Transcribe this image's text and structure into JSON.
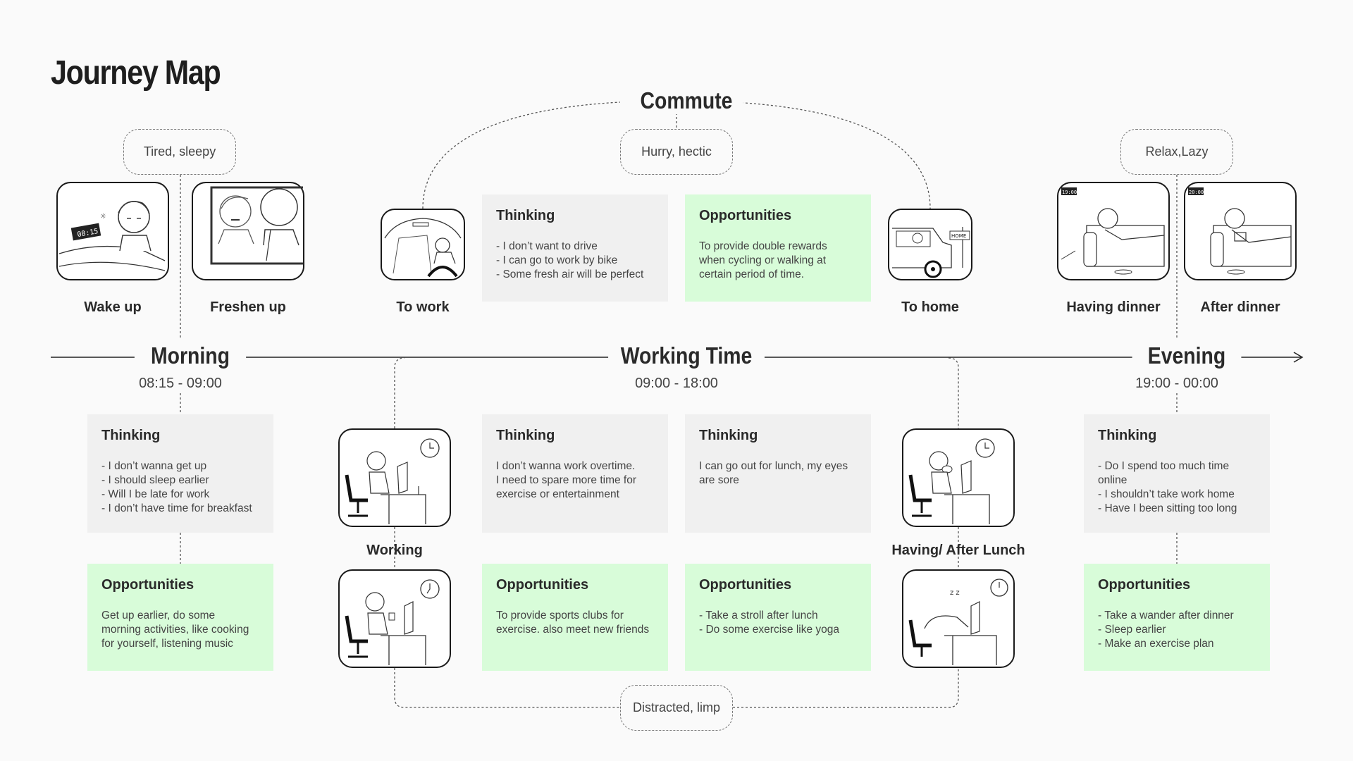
{
  "title": "Journey Map",
  "phases": {
    "commute": "Commute",
    "morning": {
      "name": "Morning",
      "time": "08:15 - 09:00"
    },
    "working": {
      "name": "Working Time",
      "time": "09:00 - 18:00"
    },
    "evening": {
      "name": "Evening",
      "time": "19:00 - 00:00"
    }
  },
  "feelings": {
    "morning": "Tired, sleepy",
    "commute": "Hurry, hectic",
    "evening": "Relax,Lazy",
    "working": "Distracted, limp"
  },
  "scenes": {
    "wake_up": "Wake up",
    "freshen_up": "Freshen up",
    "to_work": "To work",
    "to_home": "To home",
    "having_dinner": "Having dinner",
    "after_dinner": "After dinner",
    "working": "Working",
    "lunch": "Having/ After Lunch"
  },
  "clock_labels": {
    "alarm": "08:15",
    "home_sign": "HOME",
    "tv1": "19:00",
    "tv2": "20:00"
  },
  "cards": {
    "commute_thinking": {
      "title": "Thinking",
      "lines": [
        "- I don’t want to drive",
        "- I can go to work by bike",
        "- Some fresh air will be perfect"
      ]
    },
    "commute_opportunities": {
      "title": "Opportunities",
      "lines": [
        "To provide double rewards",
        "when cycling or walking at",
        "certain period of time."
      ]
    },
    "morning_thinking": {
      "title": "Thinking",
      "lines": [
        "- I don’t wanna get up",
        "- I should sleep earlier",
        "- Will I be late for work",
        "- I don’t have time for breakfast"
      ]
    },
    "morning_opportunities": {
      "title": "Opportunities",
      "lines": [
        "Get up earlier, do some",
        "morning activities, like cooking",
        "for yourself, listening music"
      ]
    },
    "working_thinking": {
      "title": "Thinking",
      "lines": [
        "I don’t wanna work overtime.",
        "I need to spare more time for",
        "exercise or entertainment"
      ]
    },
    "working_opportunities": {
      "title": "Opportunities",
      "lines": [
        "To provide sports clubs for",
        "exercise. also meet new friends"
      ]
    },
    "lunch_thinking": {
      "title": "Thinking",
      "lines": [
        "I can go out for lunch, my eyes",
        "are sore"
      ]
    },
    "lunch_opportunities": {
      "title": "Opportunities",
      "lines": [
        "- Take a stroll after lunch",
        "- Do some exercise like yoga"
      ]
    },
    "evening_thinking": {
      "title": "Thinking",
      "lines": [
        "- Do I spend too much time",
        "online",
        "- I shouldn’t take work home",
        "- Have I been sitting too long"
      ]
    },
    "evening_opportunities": {
      "title": "Opportunities",
      "lines": [
        "- Take a wander after dinner",
        "- Sleep earlier",
        "- Make an exercise plan"
      ]
    }
  },
  "icons": [
    "arrow-right-icon",
    "person-sleeping-icon",
    "person-brushing-teeth-icon",
    "car-driving-icon",
    "car-home-icon",
    "person-sofa-icon",
    "person-desk-icon",
    "clock-icon"
  ],
  "colors": {
    "thinking_bg": "#f0f0f0",
    "opportunities_bg": "#d8fcd9",
    "text": "#2a2a2a"
  }
}
